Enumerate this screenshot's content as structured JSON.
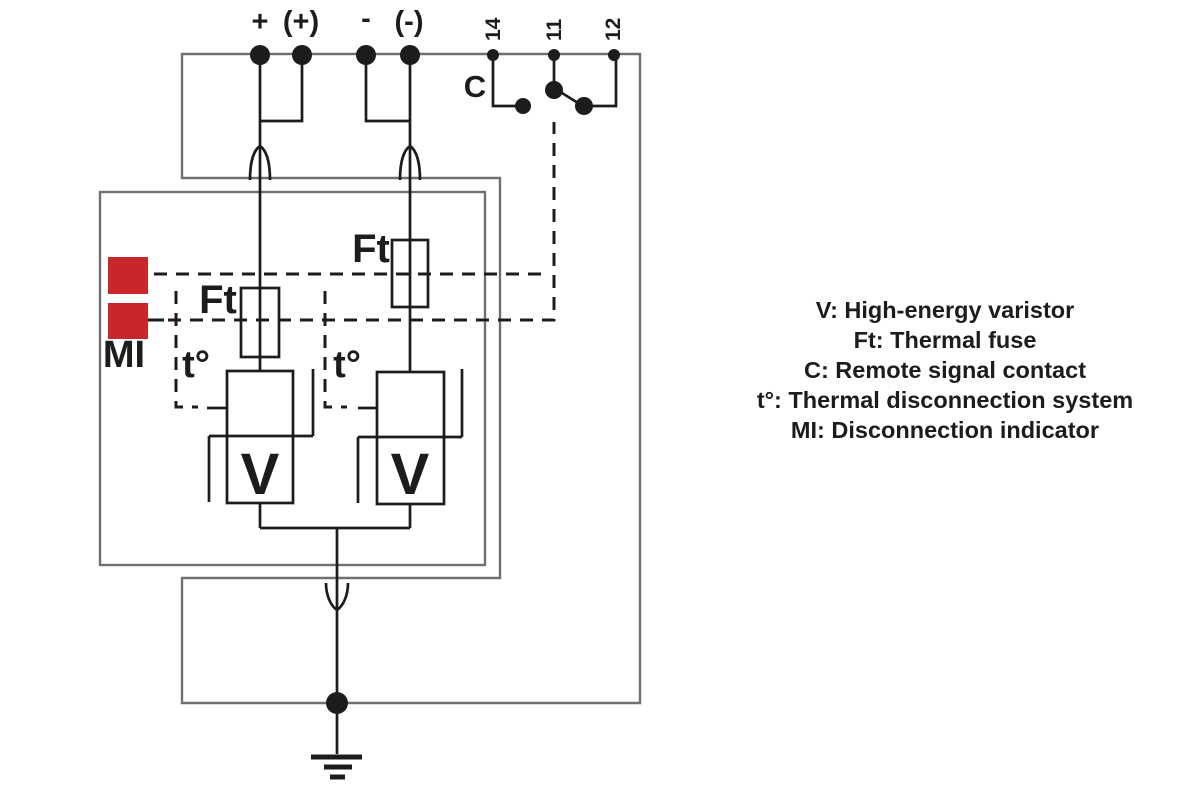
{
  "colors": {
    "ink": "#1c1c1c",
    "frame": "#707070",
    "red": "#c9262b",
    "bg": "#ffffff"
  },
  "terminals": {
    "plus": "+",
    "plus_paren": "(+)",
    "minus": "-",
    "minus_paren": "(-)",
    "remote_14": "14",
    "remote_11": "11",
    "remote_12": "12"
  },
  "component_labels": {
    "remote_contact": "C",
    "fuse_left": "Ft",
    "fuse_right": "Ft",
    "thermal_left": "t°",
    "thermal_right": "t°",
    "disconnection_indicator": "MI",
    "varistor_left": "V",
    "varistor_right": "V"
  },
  "legend": {
    "lines": [
      "V: High-energy varistor",
      "Ft: Thermal fuse",
      "C: Remote signal contact",
      "t°: Thermal disconnection system",
      "MI: Disconnection indicator"
    ]
  }
}
